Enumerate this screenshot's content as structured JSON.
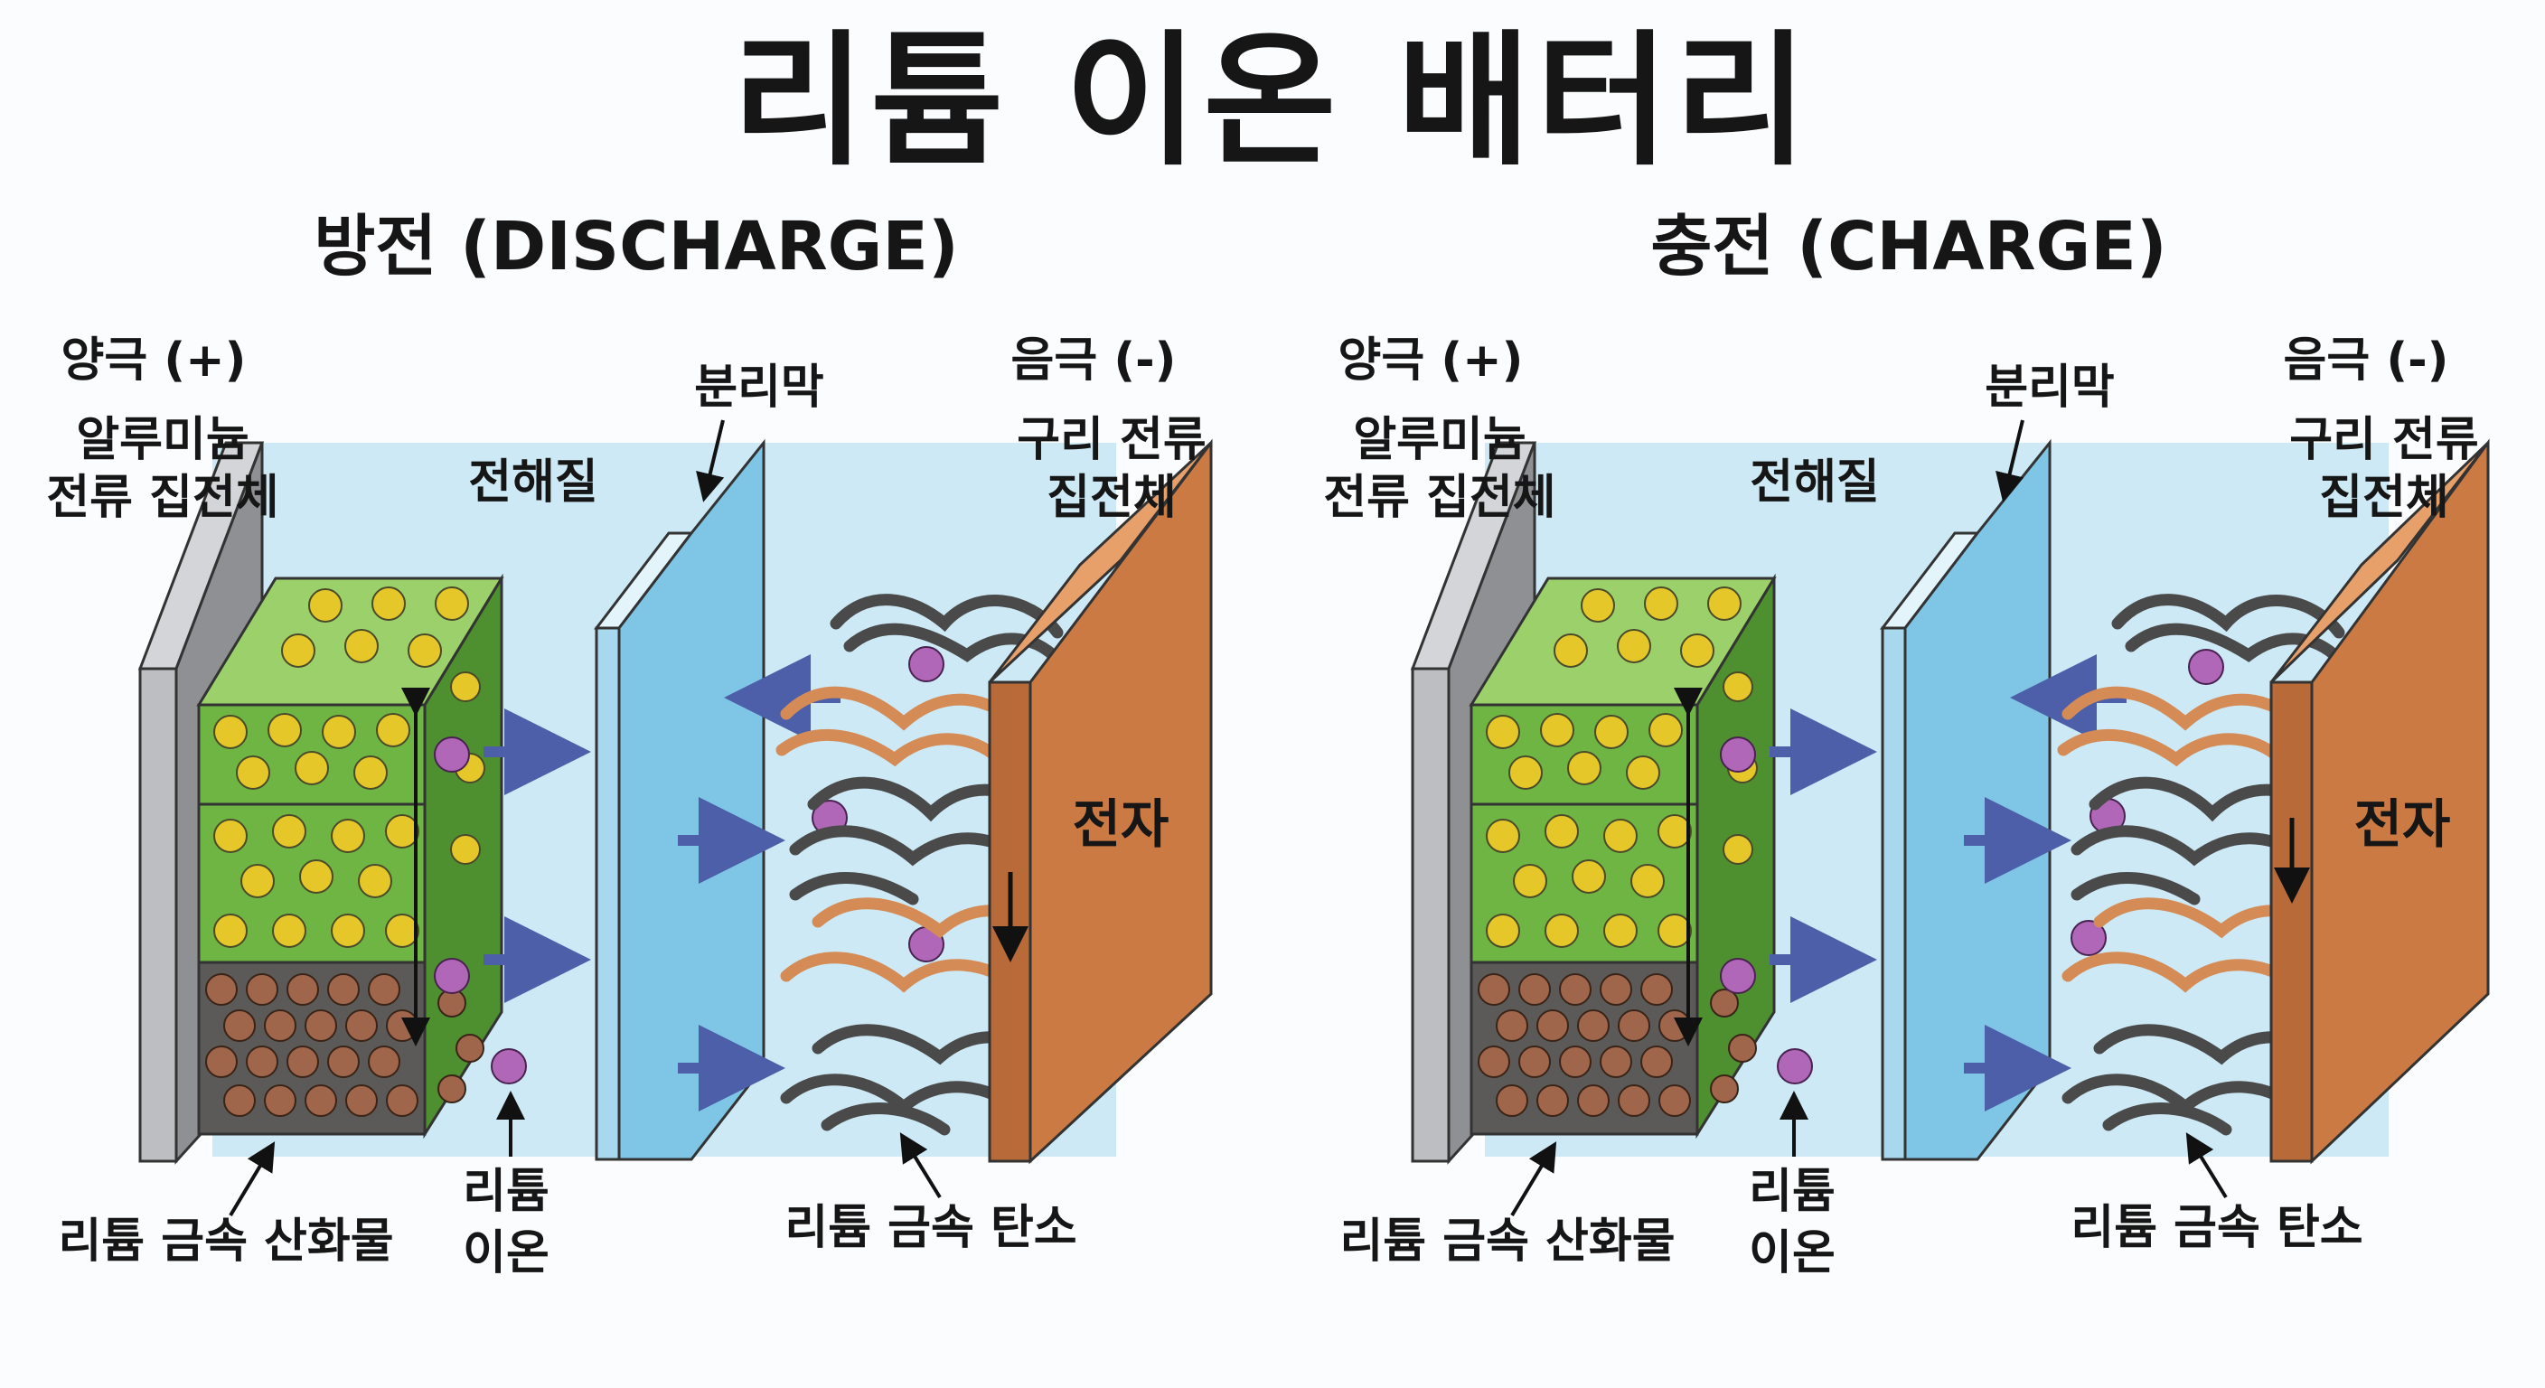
{
  "title": "리튬 이온 배터리",
  "colors": {
    "electrolyte": "#cde9f5",
    "aluminum": "#bcbec2",
    "separator": "#7fc6e6",
    "copper": "#cc7a43",
    "cathode_green": "#6fb544",
    "lithium_particle": "#e6c72a",
    "oxide_particle": "#a0664c",
    "lithium_ion": "#b067b7",
    "arrow": "#4d5fa8",
    "graphite": "#4a4a4a",
    "graphite_orange": "#d58b55"
  },
  "panels": [
    {
      "title": "방전 (DISCHARGE)",
      "positive": "양극 (+)",
      "cathode_collector": [
        "알루미늄",
        "전류 집전체"
      ],
      "electrolyte": "전해질",
      "separator": "분리막",
      "negative": "음극 (-)",
      "anode_collector": [
        "구리 전류",
        "집전체"
      ],
      "electron": "전자",
      "oxide": "리튬 금속 산화물",
      "ion": [
        "리튬",
        "이온"
      ],
      "carbon": "리튬 금속 탄소"
    },
    {
      "title": "충전 (CHARGE)",
      "positive": "양극 (+)",
      "cathode_collector": [
        "알루미늄",
        "전류 집전체"
      ],
      "electrolyte": "전해질",
      "separator": "분리막",
      "negative": "음극 (-)",
      "anode_collector": [
        "구리 전류",
        "집전체"
      ],
      "electron": "전자",
      "oxide": "리튬 금속 산화물",
      "ion": [
        "리튬",
        "이온"
      ],
      "carbon": "리튬 금속 탄소"
    }
  ]
}
